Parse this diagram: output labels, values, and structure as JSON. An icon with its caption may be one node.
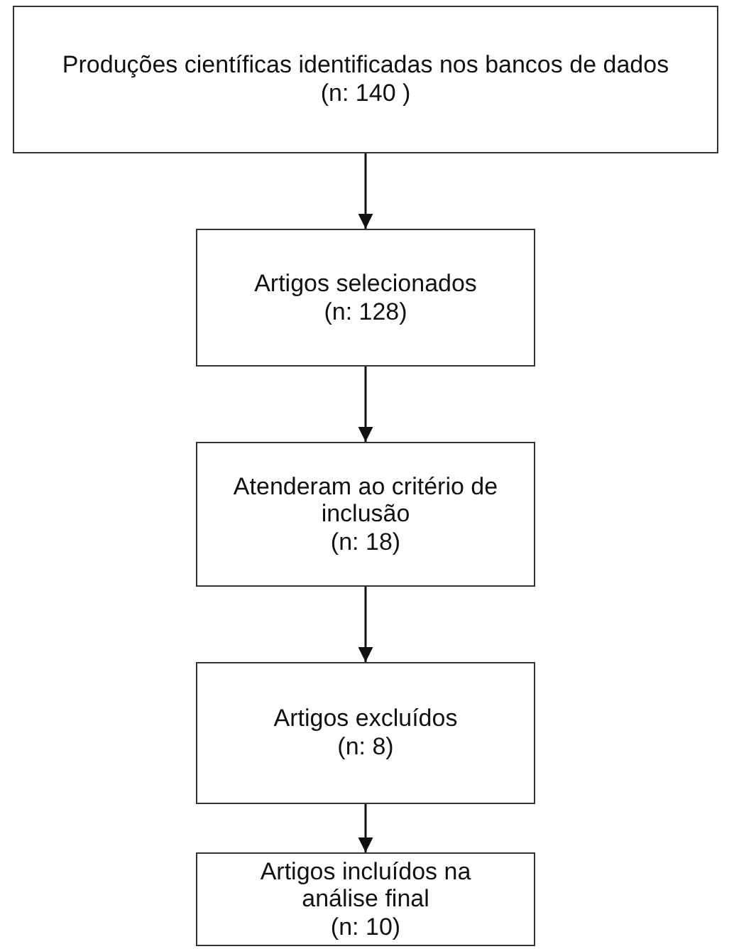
{
  "diagram": {
    "nodes": [
      {
        "text": [
          "Produções científicas identificadas nos bancos de dados",
          "(n: 140 )"
        ]
      },
      {
        "text": [
          "Artigos selecionados",
          "(n: 128)"
        ]
      },
      {
        "text": [
          "Atenderam ao critério de inclusão",
          "(n: 18)"
        ]
      },
      {
        "text": [
          "Artigos excluídos",
          "(n: 8)"
        ]
      },
      {
        "text": [
          "Artigos incluídos na análise final",
          "(n: 10)"
        ]
      }
    ],
    "edges": [
      {
        "from": 0,
        "to": 1,
        "arrow": "to"
      },
      {
        "from": 1,
        "to": 2,
        "arrow": "to"
      },
      {
        "from": 2,
        "to": 3,
        "arrow": "to"
      },
      {
        "from": 3,
        "to": 4,
        "arrow": "to"
      }
    ]
  }
}
